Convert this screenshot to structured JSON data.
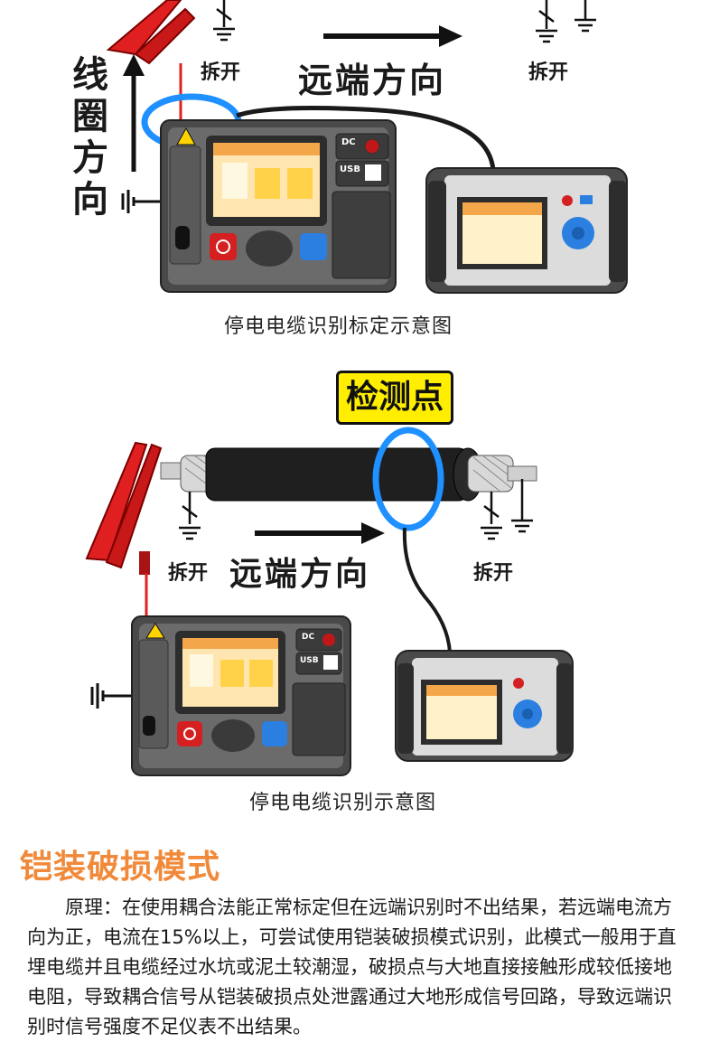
{
  "diagram1": {
    "coil_direction": [
      "线",
      "圈",
      "方",
      "向"
    ],
    "left_disconnect": "拆开",
    "far_direction": "远端方向",
    "right_disconnect": "拆开",
    "caption": "停电电缆识别标定示意图"
  },
  "diagram2": {
    "detect_point": "检测点",
    "left_disconnect": "拆开",
    "far_direction": "远端方向",
    "right_disconnect": "拆开",
    "caption": "停电电缆识别示意图"
  },
  "device": {
    "dc_label": "DC",
    "usb_label": "USB"
  },
  "section": {
    "title": "铠装破损模式",
    "paragraph": "原理：在使用耦合法能正常标定但在远端识别时不出结果，若远端电流方向为正，电流在15%以上，可尝试使用铠装破损模式识别，此模式一般用于直埋电缆并且电缆经过水坑或泥土较潮湿，破损点与大地直接接触形成较低接地电阻，导致耦合信号从铠装破损点处泄露通过大地形成信号回路，导致远端识别时信号强度不足仪表不出结果。"
  },
  "colors": {
    "clamp_red": "#e02020",
    "coil_blue": "#1e90ff",
    "accent_orange": "#f08a3a",
    "highlight_yellow": "#ffee00"
  }
}
